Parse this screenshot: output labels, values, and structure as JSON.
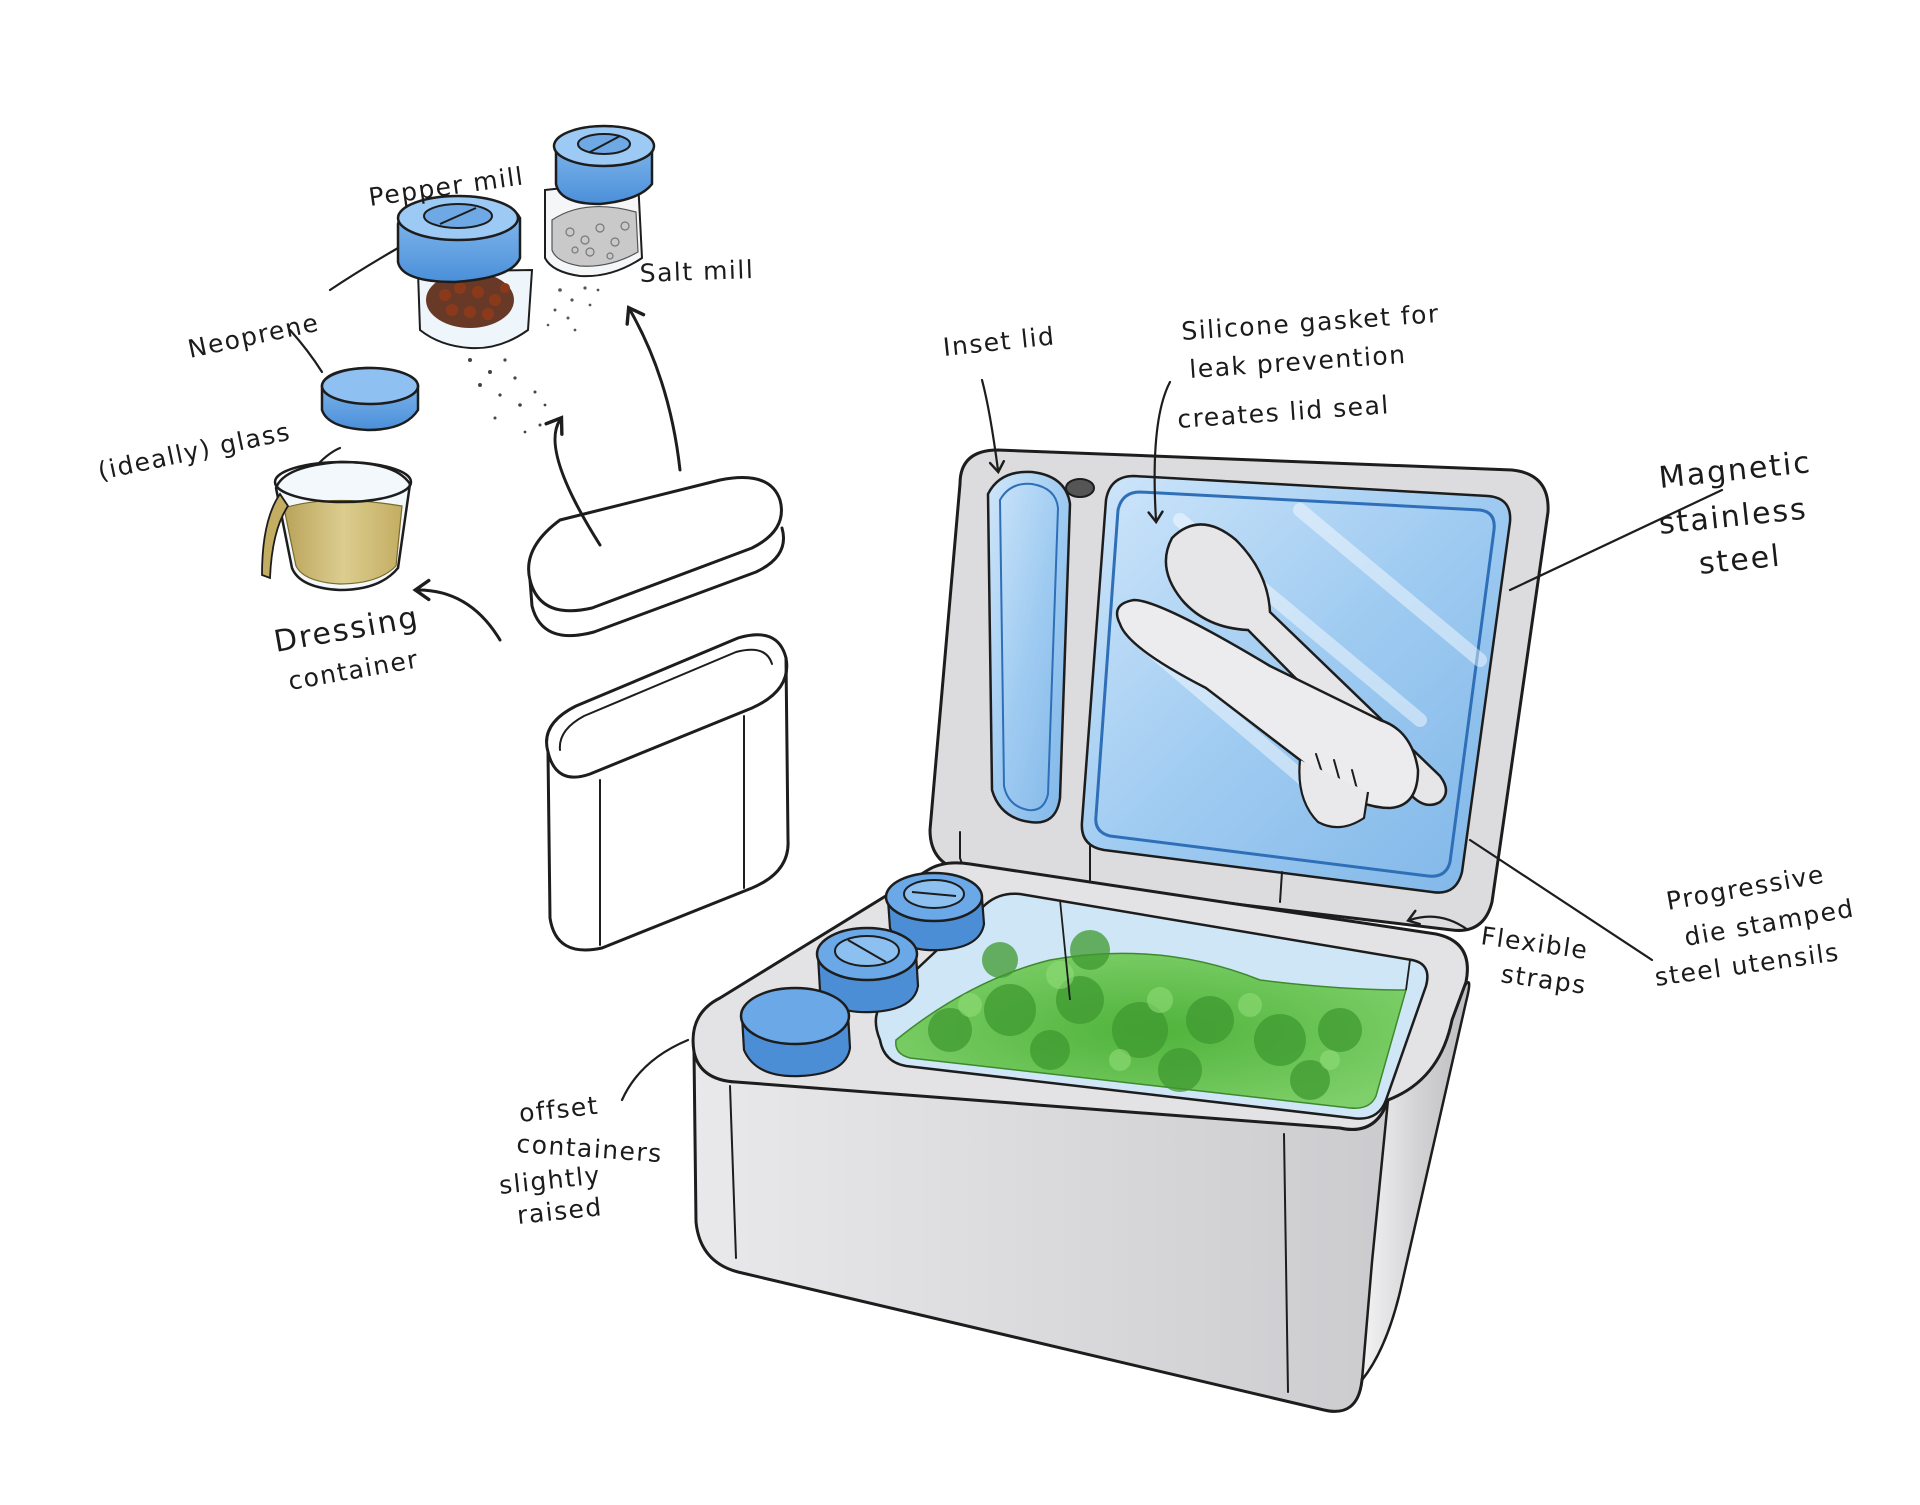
{
  "labels": {
    "pepper_mill": "Pepper mill",
    "salt_mill": "Salt mill",
    "neoprene": "Neoprene",
    "glass": "(ideally) glass",
    "dressing_1": "Dressing",
    "dressing_2": "container",
    "inset_lid": "Inset lid",
    "gasket_1": "Silicone gasket for",
    "gasket_2": "leak prevention",
    "gasket_3": "creates lid seal",
    "magnetic_1": "Magnetic",
    "magnetic_2": "stainless",
    "magnetic_3": "steel",
    "progressive_1": "Progressive",
    "progressive_2": "die stamped",
    "progressive_3": "steel utensils",
    "flexible_1": "Flexible",
    "flexible_2": "straps",
    "offset_1": "offset",
    "offset_2": "containers",
    "slightly_1": "slightly",
    "slightly_2": "raised"
  },
  "colors": {
    "lid_blue": "#5b9fe3",
    "lid_blue_dark": "#2f6fb8",
    "glass_blue": "#a9d4f5",
    "salad_green": "#5cbf4a",
    "dressing": "#c7b56a",
    "pepper": "#6b2d16",
    "steel": "#d9d9dc"
  }
}
